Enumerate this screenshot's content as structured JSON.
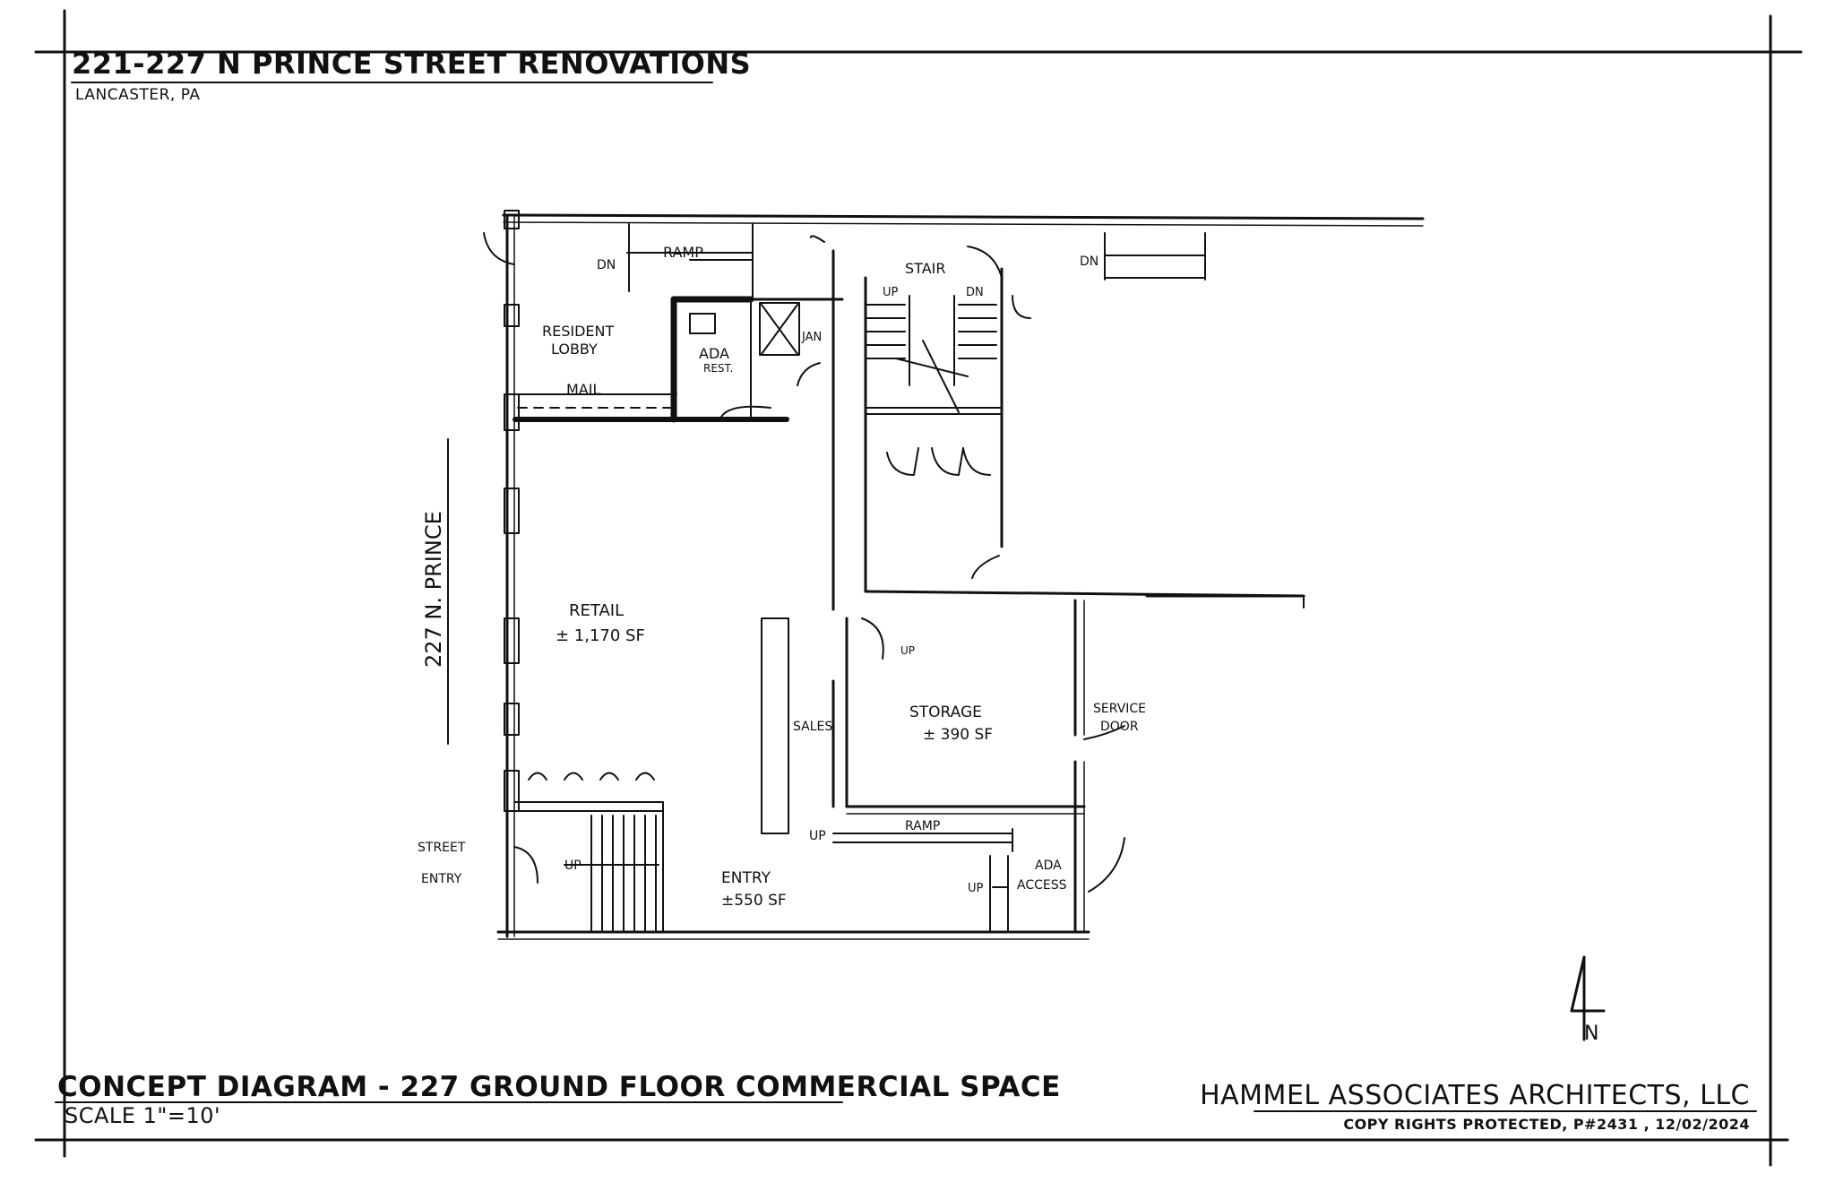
{
  "header": {
    "project_title": "221-227 N PRINCE STREET RENOVATIONS",
    "location": "LANCASTER, PA"
  },
  "footer": {
    "diagram_title": "CONCEPT DIAGRAM - 227 GROUND FLOOR COMMERCIAL SPACE",
    "scale": "SCALE 1\"=10'",
    "firm_name": "HAMMEL ASSOCIATES ARCHITECTS, LLC",
    "copyright": "COPY RIGHTS PROTECTED, P#2431 , 12/02/2024"
  },
  "plan": {
    "street_label": "227 N. PRINCE",
    "ramp_top": "RAMP",
    "dn_left": "DN",
    "dn_right": "DN",
    "stair": "STAIR",
    "up_stair": "UP",
    "dn_stair": "DN",
    "jan": "JAN",
    "resident_lobby_1": "RESIDENT",
    "resident_lobby_2": "LOBBY",
    "ada_rest_1": "ADA",
    "ada_rest_2": "REST.",
    "mail": "MAIL",
    "retail_name": "RETAIL",
    "retail_area": "± 1,170 SF",
    "sales": "SALES",
    "storage_name": "STORAGE",
    "storage_area": "± 390 SF",
    "service_door_1": "SERVICE",
    "service_door_2": "DOOR",
    "up_storage": "UP",
    "up_ramp": "UP",
    "ramp_lower": "RAMP",
    "street_entry_1": "STREET",
    "street_entry_2": "ENTRY",
    "up_entry_stair": "UP",
    "entry_name": "ENTRY",
    "entry_area": "±550 SF",
    "up_ada": "UP",
    "ada_access_1": "ADA",
    "ada_access_2": "ACCESS",
    "north_label": "N"
  },
  "colors": {
    "ink": "#111111",
    "paper": "#ffffff"
  }
}
